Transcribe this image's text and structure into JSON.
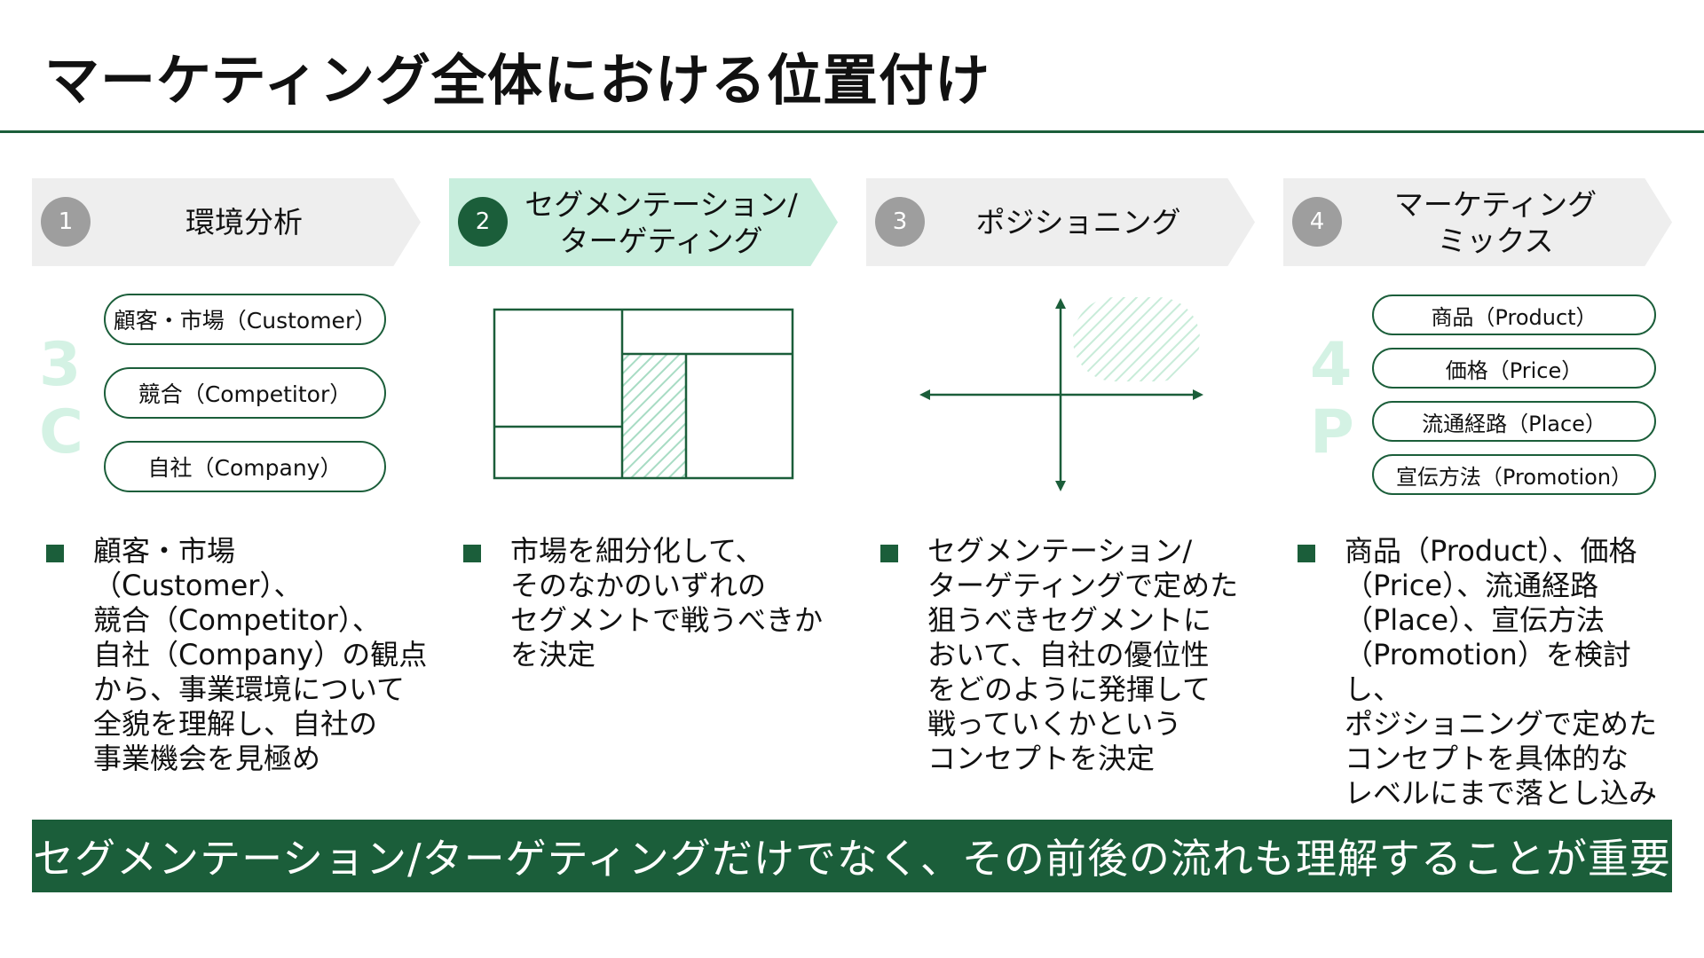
{
  "title": "マーケティング全体における位置付け",
  "steps": [
    {
      "num": "1",
      "label": "環境分析"
    },
    {
      "num": "2",
      "label": "セグメンテーション/\nターゲティング"
    },
    {
      "num": "3",
      "label": "ポジショニング"
    },
    {
      "num": "4",
      "label": "マーケティング\nミックス"
    }
  ],
  "three_c": {
    "letters": [
      "3",
      "C"
    ],
    "items": [
      "顧客・市場（Customer）",
      "競合（Competitor）",
      "自社（Company）"
    ]
  },
  "four_p": {
    "letters": [
      "4",
      "P"
    ],
    "items": [
      "商品（Product）",
      "価格（Price）",
      "流通経路（Place）",
      "宣伝方法（Promotion）"
    ]
  },
  "descriptions": [
    "顧客・市場（Customer）、\n競合（Competitor）、\n自社（Company）の観点\nから、事業環境について\n全貌を理解し、自社の\n事業機会を見極め",
    "市場を細分化して、\nそのなかのいずれの\nセグメントで戦うべきか\nを決定",
    "セグメンテーション/\nターゲティングで定めた\n狙うべきセグメントに\nおいて、自社の優位性\nをどのように発揮して\n戦っていくかという\nコンセプトを決定",
    "商品（Product）、価格\n（Price）、流通経路\n（Place）、宣伝方法\n（Promotion）を検討し、\nポジショニングで定めた\nコンセプトを具体的な\nレベルにまで落とし込み"
  ],
  "banner": "セグメンテーション/ターゲティングだけでなく、その前後の流れも理解することが重要",
  "colors": {
    "accent": "#1b5e3a",
    "active_step": "#c8eedd",
    "inactive_step": "#eeeeee",
    "faint_letter": "#d4f2e4",
    "hatch": "#a8dcc4"
  }
}
